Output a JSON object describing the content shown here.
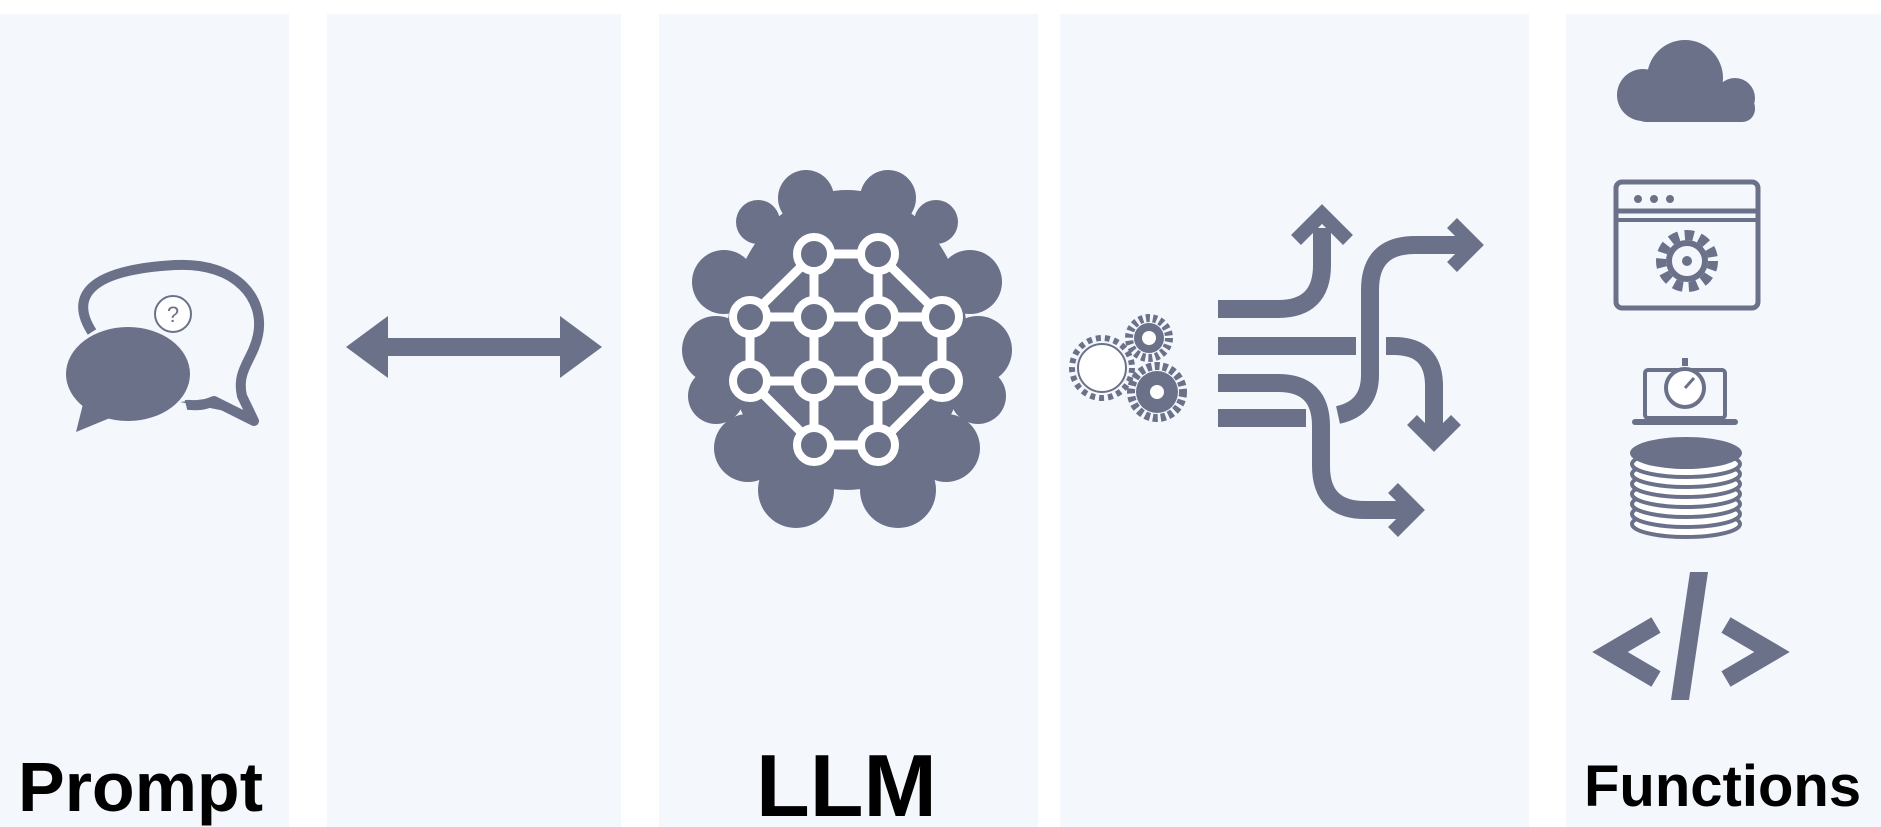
{
  "colors": {
    "panel": "#f4f8fd",
    "icon": "#6b7189",
    "text": "#000000",
    "background": "#ffffff"
  },
  "labels": {
    "prompt": "Prompt",
    "llm": "LLM",
    "functions": "Functions"
  },
  "icons": [
    "speech-bubbles-question-icon",
    "double-arrow-icon",
    "brain-network-icon",
    "gears-routing-arrows-icon",
    "cloud-icon",
    "browser-settings-icon",
    "laptop-stopwatch-icon",
    "database-stack-icon",
    "code-brackets-icon"
  ]
}
